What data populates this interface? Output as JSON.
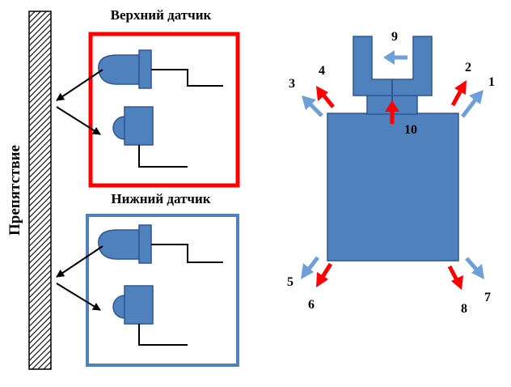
{
  "obstacle": {
    "label": "Препятствие"
  },
  "upper_sensor": {
    "title": "Верхний датчик",
    "frame_color": "#ff0000"
  },
  "lower_sensor": {
    "title": "Нижний датчик",
    "frame_color": "#4f81bd"
  },
  "robot": {
    "body_color": "#4f81bd",
    "outline_color": "#2f5597"
  },
  "arrow_colors": {
    "red": "#ff0000",
    "blue": "#6f9fd8"
  },
  "directions": [
    {
      "label": "1",
      "color": "blue"
    },
    {
      "label": "2",
      "color": "red"
    },
    {
      "label": "3",
      "color": "blue"
    },
    {
      "label": "4",
      "color": "red"
    },
    {
      "label": "5",
      "color": "blue"
    },
    {
      "label": "6",
      "color": "red"
    },
    {
      "label": "7",
      "color": "blue"
    },
    {
      "label": "8",
      "color": "red"
    },
    {
      "label": "9",
      "color": "blue"
    },
    {
      "label": "10",
      "color": "red"
    }
  ]
}
